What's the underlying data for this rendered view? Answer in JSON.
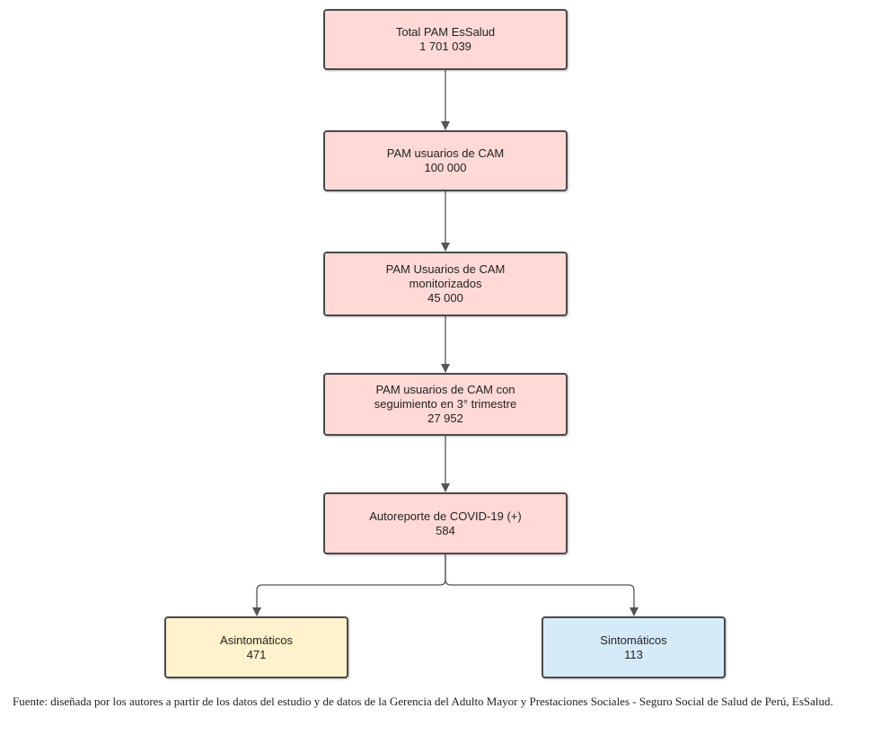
{
  "colors": {
    "pink_fill": "#ffd9d6",
    "yellow_fill": "#fff2cc",
    "blue_fill": "#d6ebf8",
    "border": "#4a4a4a",
    "arrow": "#555555"
  },
  "nodes": {
    "total": {
      "line1": "Total PAM EsSalud",
      "line2": "1 701 039"
    },
    "cam_users": {
      "line1": "PAM usuarios de CAM",
      "line2": "100 000"
    },
    "monitored": {
      "line1": "PAM Usuarios de CAM",
      "line2": "monitorizados",
      "line3": "45 000"
    },
    "followup": {
      "line1": "PAM usuarios de CAM con",
      "line2": "seguimiento en 3° trimestre",
      "line3": "27 952"
    },
    "covid": {
      "line1": "Autoreporte de COVID-19 (+)",
      "line2": "584"
    },
    "asymptomatic": {
      "line1": "Asintomáticos",
      "line2": "471"
    },
    "symptomatic": {
      "line1": "Sintomáticos",
      "line2": "113"
    }
  },
  "caption": "Fuente: diseñada por los autores a partir de los datos del estudio y de datos de la Gerencia del Adulto Mayor y Prestaciones Sociales - Seguro Social de Salud de Perú, EsSalud."
}
